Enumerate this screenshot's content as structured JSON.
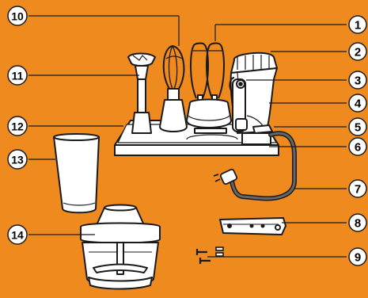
{
  "diagram": {
    "colors": {
      "background": "#ef8a1f",
      "outline": "#1a1a1a",
      "fill": "#ffffff",
      "callout_fill": "#ffffff",
      "callout_text": "#000000"
    },
    "callouts": {
      "c1": "1",
      "c2": "2",
      "c3": "3",
      "c4": "4",
      "c5": "5",
      "c6": "6",
      "c7": "7",
      "c8": "8",
      "c9": "9",
      "c10": "10",
      "c11": "11",
      "c12": "12",
      "c13": "13",
      "c14": "14"
    }
  }
}
